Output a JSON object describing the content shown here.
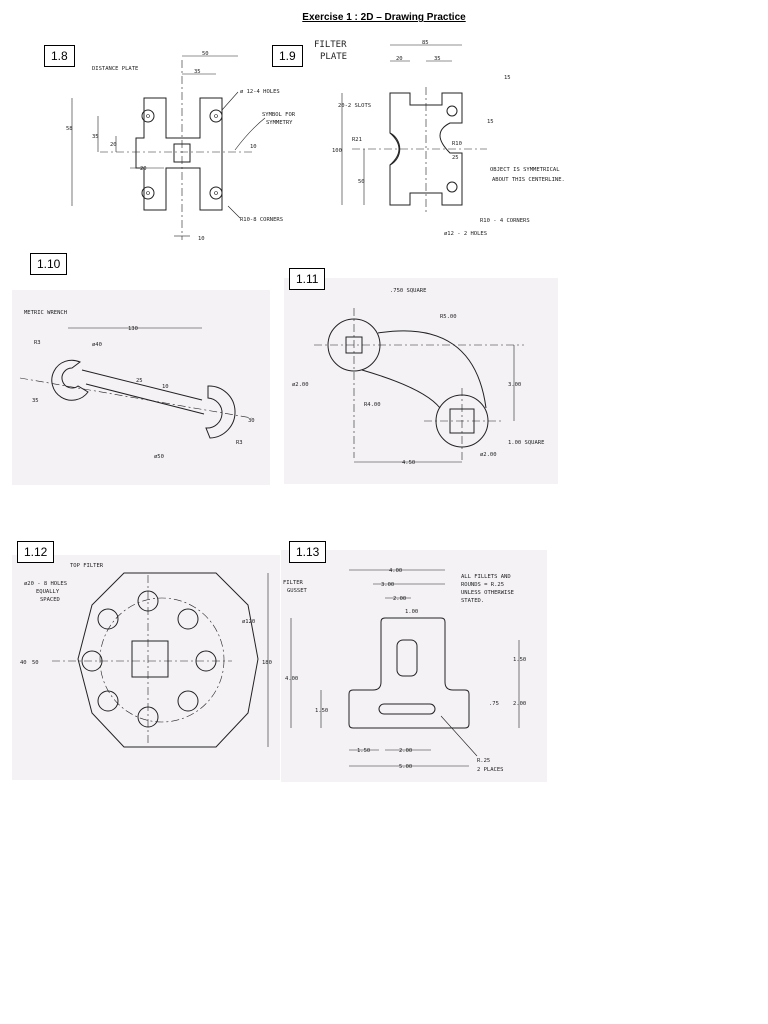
{
  "page_title": "Exercise 1 : 2D – Drawing Practice",
  "figures": {
    "f18": {
      "number": "1.8",
      "title": "DISTANCE PLATE",
      "labels": {
        "d50": "50",
        "d35": "35",
        "d58": "58",
        "d35b": "35",
        "d20": "20",
        "d20b": "20",
        "d10": "10",
        "d10b": "10",
        "holes": "ø 12-4 HOLES",
        "symbol1": "SYMBOL FOR",
        "symbol2": "SYMMETRY",
        "corners": "R10-8 CORNERS"
      }
    },
    "f19": {
      "number": "1.9",
      "title1": "FILTER",
      "title2": "PLATE",
      "labels": {
        "d85": "85",
        "d20": "20",
        "d35": "35",
        "d15": "15",
        "d15b": "15",
        "slots": "20-2 SLOTS",
        "r21": "R21",
        "r10": "R10",
        "d25": "25",
        "d100": "100",
        "d50": "50",
        "sym1": "OBJECT IS SYMMETRICAL",
        "sym2": "ABOUT THIS CENTERLINE.",
        "corners": "R10 - 4 CORNERS",
        "holes": "ø12 - 2 HOLES"
      }
    },
    "f110": {
      "number": "1.10",
      "title": "METRIC WRENCH",
      "labels": {
        "d130": "130",
        "r3": "R3",
        "o40": "ø40",
        "d25": "25",
        "d10": "10",
        "d35": "35",
        "d30": "30",
        "o50": "ø50",
        "r3b": "R3"
      }
    },
    "f111": {
      "number": "1.11",
      "labels": {
        "sq750": ".750 SQUARE",
        "r5": "R5.00",
        "o2": "ø2.00",
        "d3": "3.00",
        "r4": "R4.00",
        "sq1": "1.00 SQUARE",
        "o2b": "ø2.00",
        "d45": "4.50"
      }
    },
    "f112": {
      "number": "1.12",
      "title": "TOP FILTER",
      "labels": {
        "holes1": "ø20 - 8 HOLES",
        "holes2": "EQUALLY",
        "holes3": "SPACED",
        "o120": "ø120",
        "d40": "40",
        "d50": "50",
        "d180": "180"
      }
    },
    "f113": {
      "number": "1.13",
      "title1": "FILTER",
      "title2": "GUSSET",
      "note1": "ALL FILLETS AND",
      "note2": "ROUNDS = R.25",
      "note3": "UNLESS OTHERWISE",
      "note4": "STATED.",
      "labels": {
        "d4": "4.00",
        "d3": "3.00",
        "d2": "2.00",
        "d1": "1.00",
        "d15": "1.50",
        "d4b": "4.00",
        "d15b": "1.50",
        "d75": ".75",
        "d2b": "2.00",
        "d15c": "1.50",
        "d2c": "2.00",
        "d5": "5.00",
        "r25": "R.25",
        "places": "2 PLACES"
      }
    }
  }
}
